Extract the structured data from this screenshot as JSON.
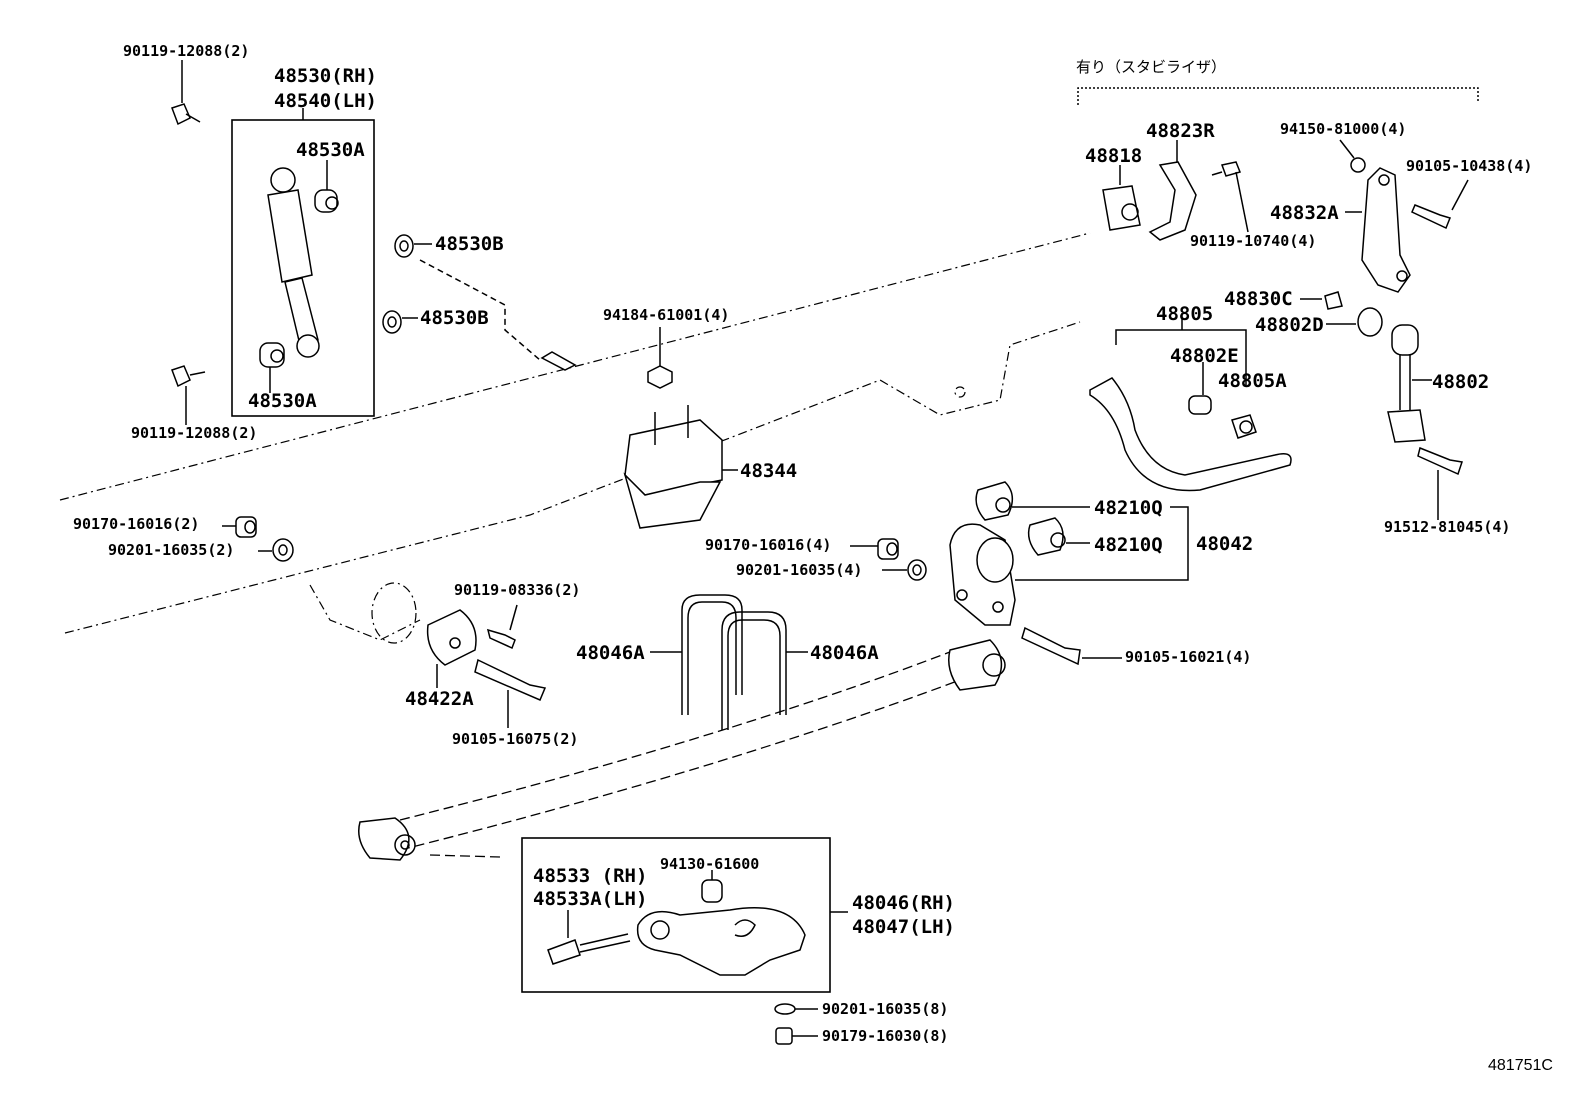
{
  "illustration_id": "481751C",
  "header": {
    "stabilizer_label": "有り（スタビライザ）"
  },
  "labels": {
    "bolt_top_left": "90119-12088(2)",
    "shock_rh": "48530(RH)",
    "shock_lh": "48540(LH)",
    "bushing_top": "48530A",
    "bushing_bottom": "48530A",
    "washer_1": "48530B",
    "washer_2": "48530B",
    "bolt_bottom_left": "90119-12088(2)",
    "nut_94184": "94184-61001(4)",
    "bumper": "48344",
    "nut_90170_left": "90170-16016(2)",
    "washer_90201_left": "90201-16035(2)",
    "bolt_90119_08336": "90119-08336(2)",
    "bracket_48422a": "48422A",
    "bolt_90105_16075": "90105-16075(2)",
    "ubolt_left": "48046A",
    "ubolt_right": "48046A",
    "nut_90170_right": "90170-16016(4)",
    "washer_90201_right": "90201-16035(4)",
    "bracket_48042": "48042",
    "bushing_48210q_1": "48210Q",
    "bushing_48210q_2": "48210Q",
    "bolt_90105_16021": "90105-16021(4)",
    "stab_bushing": "48818",
    "stab_bracket": "48823R",
    "bolt_90119_10740": "90119-10740(4)",
    "nut_94150": "94150-81000(4)",
    "bolt_90105_10438": "90105-10438(4)",
    "link_bracket": "48832A",
    "bushing_48830c": "48830C",
    "bushing_48802d": "48802D",
    "stab_bar": "48805",
    "bushing_48802e": "48802E",
    "bushing_48805a": "48805A",
    "stab_link": "48802",
    "bolt_91512": "91512-81045(4)",
    "stud_rh": "48533  (RH)",
    "stud_lh": "48533A(LH)",
    "plug_94130": "94130-61600",
    "plate_rh": "48046(RH)",
    "plate_lh": "48047(LH)",
    "washer_90201_8": "90201-16035(8)",
    "nut_90179": "90179-16030(8)"
  },
  "icons": [
    "shock-absorber-icon",
    "bolt-icon",
    "washer-icon",
    "nut-icon",
    "bump-stopper-icon",
    "u-bolt-icon",
    "bushing-icon",
    "stabilizer-bar-icon",
    "stabilizer-link-icon",
    "bracket-icon",
    "leaf-spring-icon",
    "spring-seat-plate-icon"
  ]
}
